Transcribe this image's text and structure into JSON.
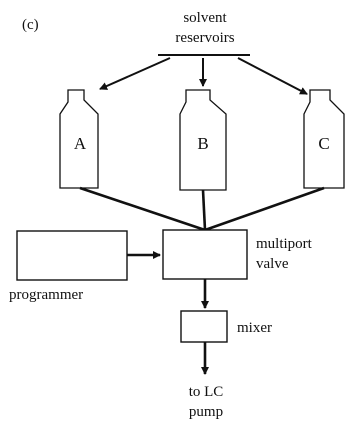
{
  "figure": {
    "panel_label": "(c)",
    "reservoir_title_line1": "solvent",
    "reservoir_title_line2": "reservoirs"
  },
  "bottles": [
    {
      "label": "A"
    },
    {
      "label": "B"
    },
    {
      "label": "C"
    }
  ],
  "components": {
    "programmer_label": "programmer",
    "valve_label_line1": "multiport",
    "valve_label_line2": "valve",
    "mixer_label": "mixer",
    "output_label_line1": "to LC",
    "output_label_line2": "pump"
  }
}
